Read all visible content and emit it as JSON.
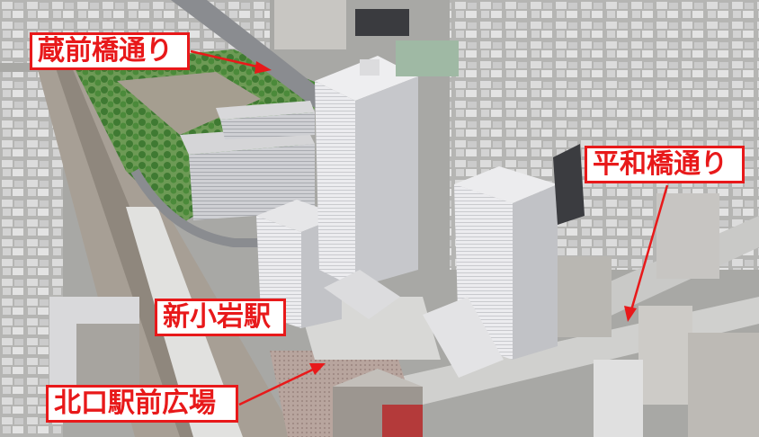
{
  "map": {
    "labels": {
      "kuramae": "蔵前橋通り",
      "heiwa": "平和橋通り",
      "station": "新小岩駅",
      "plaza": "北口駅前広場"
    },
    "colors": {
      "label_red": "#e8191a",
      "label_bg": "#ffffff",
      "park_green": "#5f9a45",
      "ground_gray": "#9a9a96",
      "building_white": "#e8e8ea",
      "rail": "#a79f95",
      "plaza_tile": "#b6a39c"
    }
  }
}
